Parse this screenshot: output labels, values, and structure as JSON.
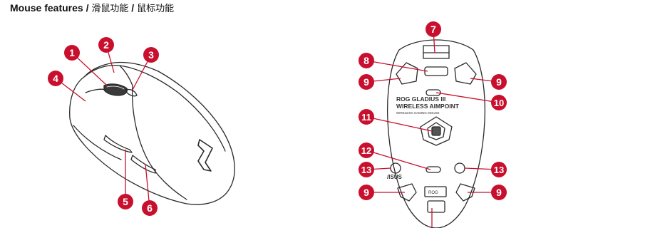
{
  "heading": {
    "en": "Mouse features",
    "sep1": " / ",
    "cn1": "滑鼠功能",
    "sep2": " / ",
    "cn2": "鼠标功能"
  },
  "colors": {
    "callout_red": "#c8102e",
    "outline": "#2a2a2a"
  },
  "left_callouts": [
    "1",
    "2",
    "3",
    "4",
    "5",
    "6"
  ],
  "right_callouts": [
    "7",
    "8",
    "9",
    "9",
    "10",
    "11",
    "12",
    "13",
    "13",
    "9",
    "9"
  ],
  "bottom_print": {
    "brand_line1": "ROG GLADIUS III",
    "brand_line2": "WIRELESS AIMPOINT",
    "brand_line3": "WIRELESS GAMING MOUSE",
    "asus": "/ISUS",
    "rog_label": "ROG"
  }
}
